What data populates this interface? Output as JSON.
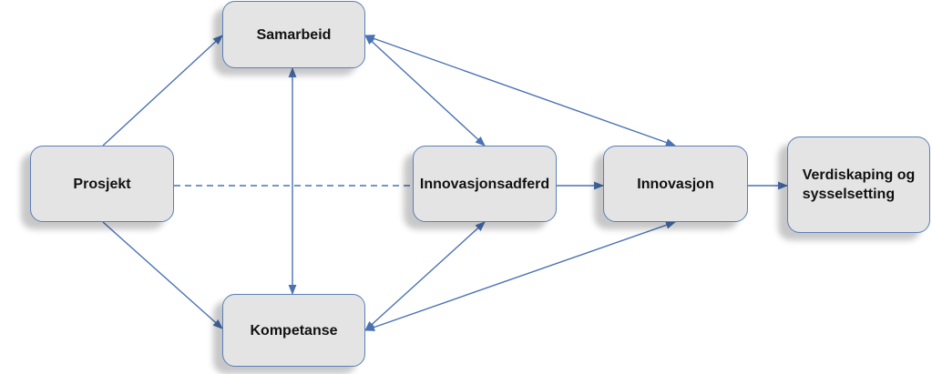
{
  "nodes": {
    "samarbeid": "Samarbeid",
    "prosjekt": "Prosjekt",
    "kompetanse": "Kompetanse",
    "innovasjonsadferd": "Innovasjonsadferd",
    "innovasjon": "Innovasjon",
    "verdiskaping_line1": "Verdiskaping og",
    "verdiskaping_line2": "sysselsetting"
  },
  "colors": {
    "node_fill": "#e4e4e4",
    "node_border": "#5b7fb8",
    "arrow": "#4a72b3"
  }
}
